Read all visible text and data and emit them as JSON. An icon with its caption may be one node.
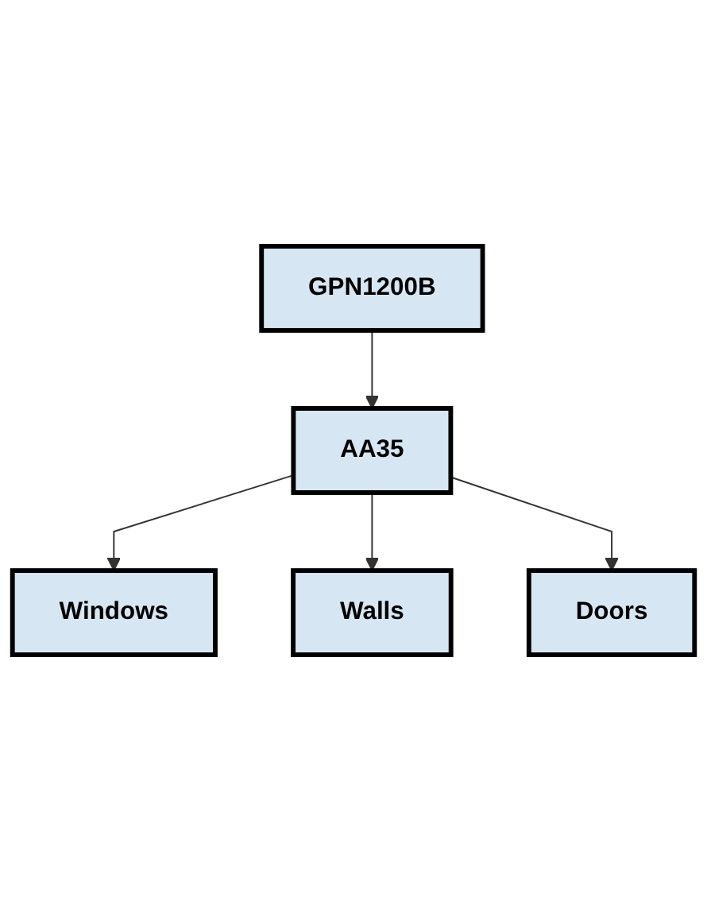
{
  "diagram": {
    "nodes": [
      {
        "text": [
          "GPN1200B"
        ]
      },
      {
        "text": [
          "AA35"
        ]
      },
      {
        "text": [
          "Windows"
        ]
      },
      {
        "text": [
          "Walls"
        ]
      },
      {
        "text": [
          "Doors"
        ]
      }
    ],
    "edges": [
      {
        "from": 0,
        "to": 1,
        "arrow": "to"
      },
      {
        "from": 1,
        "to": 2,
        "arrow": "to"
      },
      {
        "from": 1,
        "to": 3,
        "arrow": "to"
      },
      {
        "from": 1,
        "to": 4,
        "arrow": "to"
      }
    ]
  }
}
